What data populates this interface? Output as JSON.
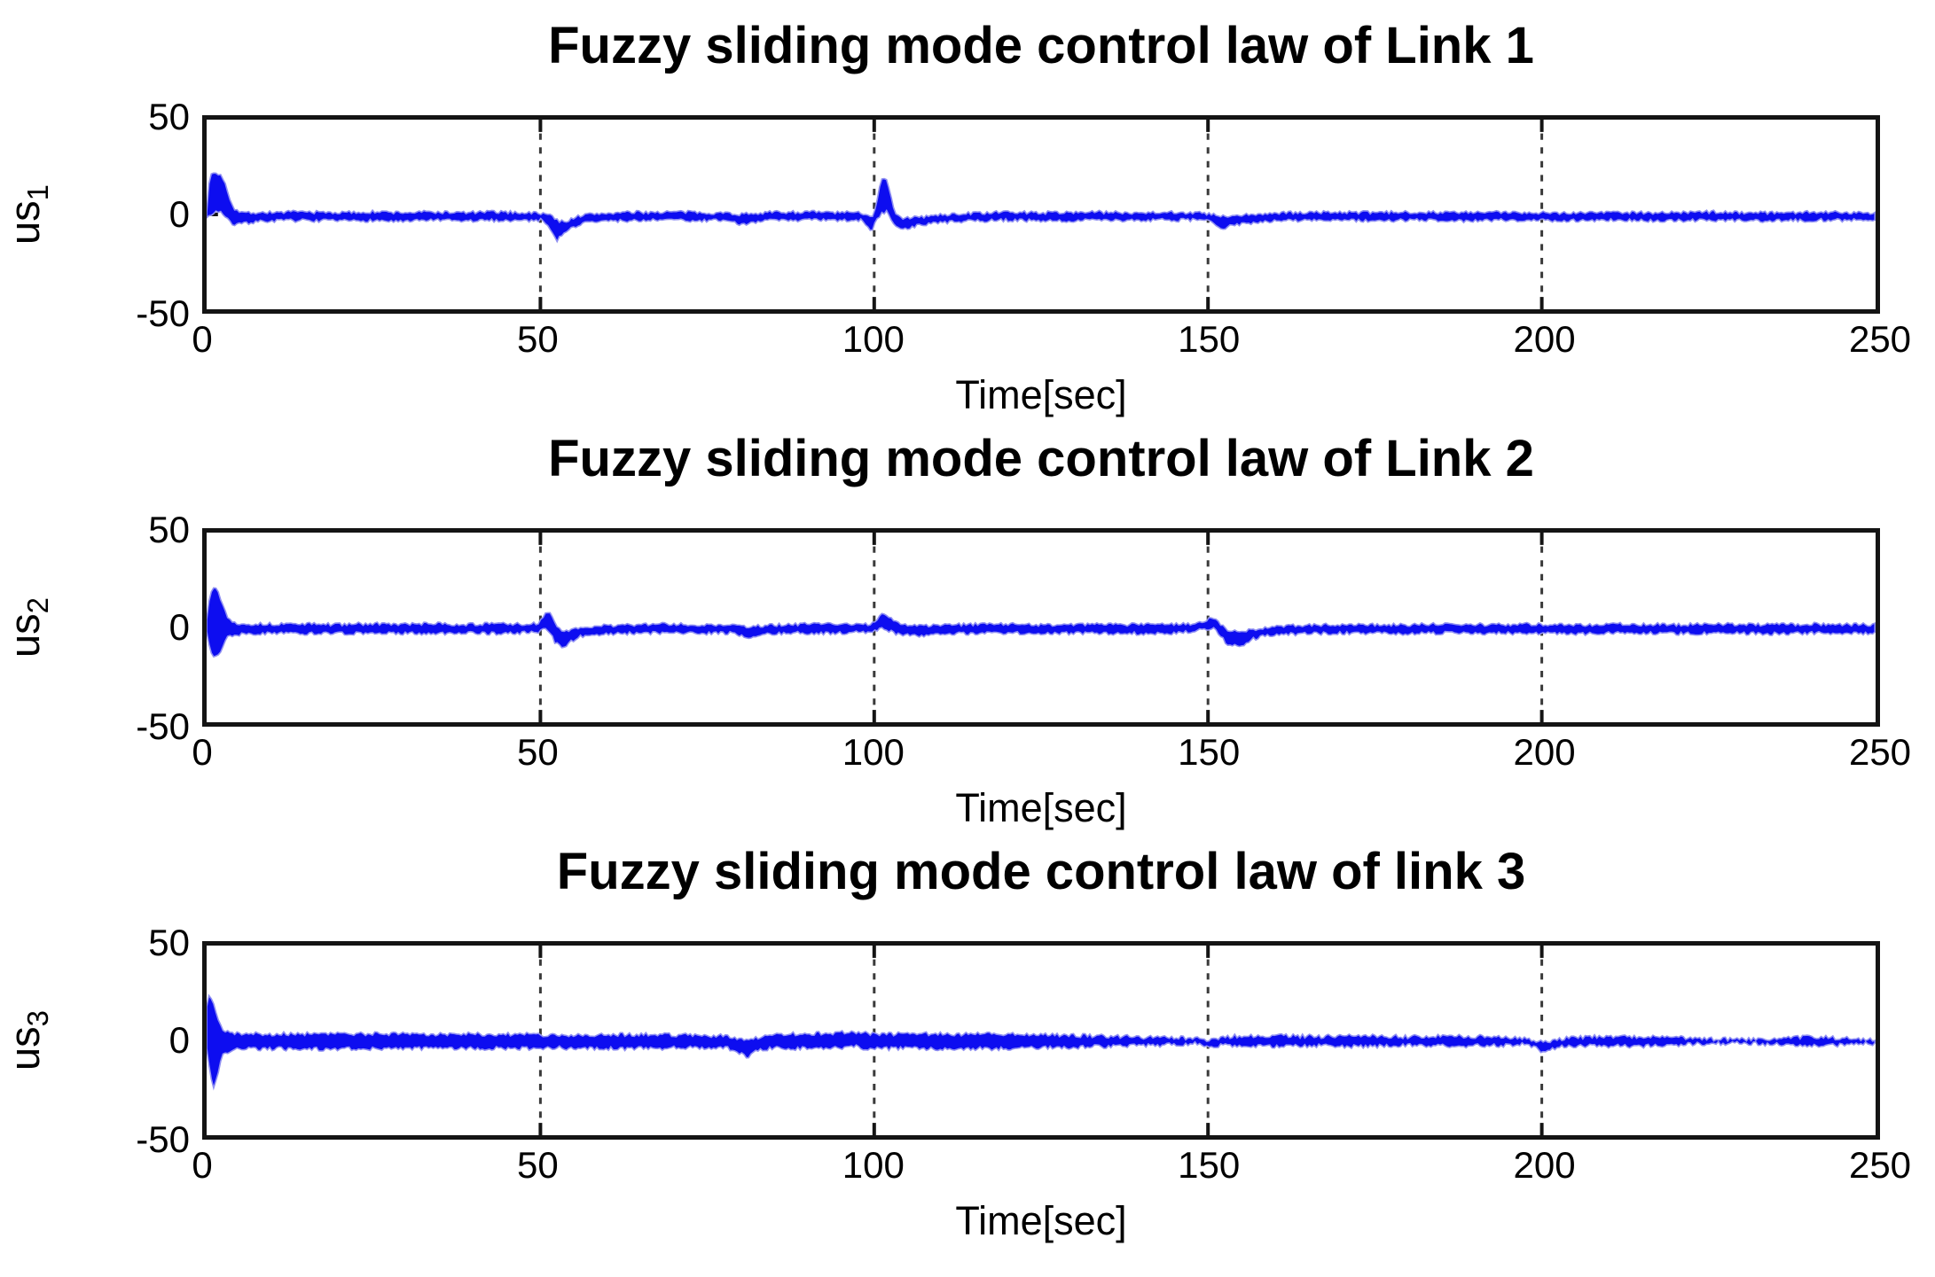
{
  "figure": {
    "background": "#ffffff",
    "axis_color": "#141414",
    "grid_color": "#3a3a3a",
    "text_color": "#000000"
  },
  "chart_data": [
    {
      "type": "line",
      "title": "Fuzzy sliding mode control law of Link 1",
      "xlabel": "Time[sec]",
      "ylabel_base": "us",
      "ylabel_sub": "1",
      "series_name": "us1",
      "xlim": [
        0,
        250
      ],
      "ylim": [
        -50,
        50
      ],
      "xticks": [
        0,
        50,
        100,
        150,
        200,
        250
      ],
      "ytick_labels": [
        "50",
        "0",
        "-50"
      ],
      "grid_x": [
        50,
        100,
        150,
        200
      ],
      "grid_style": "dashed-vertical",
      "legend": null,
      "line_color": "#0d0df0",
      "halo_color": "#9090f2",
      "noise_amp": 0.9,
      "noise_seed": 7,
      "envelope": [
        [
          0,
          2,
          -1
        ],
        [
          0.5,
          21,
          -1
        ],
        [
          1.1,
          22,
          1
        ],
        [
          2,
          21,
          2
        ],
        [
          2.7,
          18,
          -1
        ],
        [
          3.4,
          9,
          -4
        ],
        [
          4.2,
          3,
          -5.5
        ],
        [
          5.5,
          1,
          -5
        ],
        [
          7,
          1,
          -4
        ],
        [
          10,
          1.2,
          -3.4
        ],
        [
          15,
          1.4,
          -3.2
        ],
        [
          20,
          1,
          -3.6
        ],
        [
          25,
          1.4,
          -3.2
        ],
        [
          30,
          1,
          -4
        ],
        [
          33,
          1.4,
          -3
        ],
        [
          38,
          1,
          -3.6
        ],
        [
          43,
          1.4,
          -3.2
        ],
        [
          48,
          1,
          -3.2
        ],
        [
          50.5,
          0.6,
          -3
        ],
        [
          51.6,
          -0.5,
          -8
        ],
        [
          52.5,
          -3,
          -13.5
        ],
        [
          53.6,
          -4,
          -10
        ],
        [
          55,
          -1.5,
          -6.5
        ],
        [
          57,
          0,
          -4.2
        ],
        [
          60,
          0.8,
          -3.6
        ],
        [
          65,
          1.2,
          -3.2
        ],
        [
          70,
          1.4,
          -3
        ],
        [
          75,
          1,
          -3.4
        ],
        [
          78.5,
          0.8,
          -3.2
        ],
        [
          80,
          0,
          -5.8
        ],
        [
          81.5,
          0.8,
          -4
        ],
        [
          85,
          1.2,
          -3.2
        ],
        [
          90,
          1.4,
          -3
        ],
        [
          95,
          1,
          -3.3
        ],
        [
          98,
          1,
          -3
        ],
        [
          99,
          0,
          -7
        ],
        [
          99.8,
          -1,
          -8.5
        ],
        [
          100.3,
          6,
          -3
        ],
        [
          101,
          18,
          0
        ],
        [
          101.9,
          19,
          2
        ],
        [
          102.5,
          10,
          -2
        ],
        [
          103.2,
          0,
          -7
        ],
        [
          104.5,
          -2,
          -7.5
        ],
        [
          106.5,
          -1.5,
          -6
        ],
        [
          109,
          -0.5,
          -4.5
        ],
        [
          113,
          0.5,
          -3.8
        ],
        [
          120,
          1.3,
          -3
        ],
        [
          126,
          1,
          -3.5
        ],
        [
          132,
          1.4,
          -3.1
        ],
        [
          138,
          1,
          -3.4
        ],
        [
          144,
          1.3,
          -3
        ],
        [
          149,
          0.8,
          -3
        ],
        [
          150.7,
          0,
          -4.2
        ],
        [
          151.8,
          -1,
          -7.6
        ],
        [
          153.2,
          -1.2,
          -6.4
        ],
        [
          155.5,
          -0.3,
          -4.8
        ],
        [
          158,
          0.4,
          -3.8
        ],
        [
          162,
          0.9,
          -3.3
        ],
        [
          168,
          1.3,
          -3
        ],
        [
          175,
          1,
          -3.5
        ],
        [
          182,
          1.4,
          -3
        ],
        [
          189,
          1,
          -3.5
        ],
        [
          196,
          1.3,
          -3
        ],
        [
          203,
          0.9,
          -3.3
        ],
        [
          210,
          1.3,
          -3
        ],
        [
          218,
          1,
          -3.5
        ],
        [
          226,
          1.4,
          -3.1
        ],
        [
          234,
          1,
          -3.4
        ],
        [
          242,
          1.3,
          -3
        ],
        [
          250,
          1,
          -3.2
        ]
      ]
    },
    {
      "type": "line",
      "title": "Fuzzy sliding mode control law of Link 2",
      "xlabel": "Time[sec]",
      "ylabel_base": "us",
      "ylabel_sub": "2",
      "series_name": "us2",
      "xlim": [
        0,
        250
      ],
      "ylim": [
        -50,
        50
      ],
      "xticks": [
        0,
        50,
        100,
        150,
        200,
        250
      ],
      "ytick_labels": [
        "50",
        "0",
        "-50"
      ],
      "grid_x": [
        50,
        100,
        150,
        200
      ],
      "grid_style": "dashed-vertical",
      "legend": null,
      "line_color": "#0d0df0",
      "halo_color": "#9090f2",
      "noise_amp": 0.9,
      "noise_seed": 13,
      "envelope": [
        [
          0,
          4,
          -2
        ],
        [
          0.4,
          16,
          -9
        ],
        [
          0.9,
          22,
          -15
        ],
        [
          1.6,
          20,
          -16
        ],
        [
          2.3,
          13,
          -11
        ],
        [
          3.1,
          6,
          -5
        ],
        [
          4,
          2.5,
          -4
        ],
        [
          6,
          2,
          -3.5
        ],
        [
          9,
          1.8,
          -3.2
        ],
        [
          14,
          2,
          -3.4
        ],
        [
          19,
          1.6,
          -3
        ],
        [
          24,
          2,
          -3.4
        ],
        [
          29,
          1.7,
          -3.1
        ],
        [
          34,
          2,
          -3.3
        ],
        [
          39,
          1.6,
          -3
        ],
        [
          44,
          2,
          -3.3
        ],
        [
          48,
          1.6,
          -2.8
        ],
        [
          49.8,
          2.2,
          -2.2
        ],
        [
          50.7,
          7,
          -0.5
        ],
        [
          51.4,
          8.8,
          -2
        ],
        [
          52.2,
          2.5,
          -8
        ],
        [
          53.3,
          -2,
          -11
        ],
        [
          54.6,
          -1.5,
          -7.5
        ],
        [
          56.2,
          -0.3,
          -4.6
        ],
        [
          58,
          0.6,
          -3.8
        ],
        [
          62,
          1.4,
          -3.2
        ],
        [
          68,
          1.8,
          -3
        ],
        [
          74,
          1.5,
          -3.3
        ],
        [
          79,
          1.2,
          -3
        ],
        [
          81.3,
          0,
          -5.4
        ],
        [
          83,
          1,
          -3.6
        ],
        [
          88,
          1.7,
          -3
        ],
        [
          94,
          1.9,
          -3.2
        ],
        [
          99.3,
          1.8,
          -2.4
        ],
        [
          100.5,
          4.5,
          -1
        ],
        [
          101.5,
          7.8,
          -0.5
        ],
        [
          102.6,
          4.5,
          -2.5
        ],
        [
          104.2,
          1.5,
          -4.2
        ],
        [
          106.5,
          0.8,
          -4.4
        ],
        [
          109,
          1.2,
          -3.8
        ],
        [
          113,
          1.5,
          -3.3
        ],
        [
          119,
          1.8,
          -3
        ],
        [
          126,
          1.5,
          -3.4
        ],
        [
          133,
          1.8,
          -3
        ],
        [
          140,
          1.5,
          -3.3
        ],
        [
          146,
          1.7,
          -2.9
        ],
        [
          149.3,
          2.6,
          -1.4
        ],
        [
          150.6,
          5.8,
          -0.2
        ],
        [
          151.7,
          2.5,
          -3.5
        ],
        [
          153,
          -1.5,
          -9.5
        ],
        [
          154.8,
          -2.5,
          -10
        ],
        [
          156.6,
          -1,
          -6.2
        ],
        [
          158.6,
          -0.2,
          -4.6
        ],
        [
          161,
          0.6,
          -3.8
        ],
        [
          165,
          1.2,
          -3.3
        ],
        [
          171,
          1.7,
          -3
        ],
        [
          178,
          1.4,
          -3.4
        ],
        [
          185,
          1.8,
          -3
        ],
        [
          192,
          1.5,
          -3.3
        ],
        [
          199,
          1.8,
          -3
        ],
        [
          206,
          1.5,
          -3.4
        ],
        [
          213,
          1.8,
          -3
        ],
        [
          220,
          1.5,
          -3.3
        ],
        [
          227,
          1.8,
          -3.1
        ],
        [
          234,
          1.5,
          -3.4
        ],
        [
          241,
          1.8,
          -3
        ],
        [
          250,
          1.5,
          -3.2
        ]
      ]
    },
    {
      "type": "line",
      "title": "Fuzzy sliding mode control law of link 3",
      "xlabel": "Time[sec]",
      "ylabel_base": "us",
      "ylabel_sub": "3",
      "series_name": "us3",
      "xlim": [
        0,
        250
      ],
      "ylim": [
        -50,
        50
      ],
      "xticks": [
        0,
        50,
        100,
        150,
        200,
        250
      ],
      "ytick_labels": [
        "50",
        "0",
        "-50"
      ],
      "grid_x": [
        50,
        100,
        150,
        200
      ],
      "grid_style": "dashed-vertical",
      "legend": null,
      "line_color": "#0d0df0",
      "halo_color": "#9090f2",
      "noise_amp": 1.1,
      "noise_seed": 21,
      "envelope": [
        [
          0,
          18,
          -4
        ],
        [
          0.4,
          25,
          -14
        ],
        [
          0.9,
          20,
          -26
        ],
        [
          1.5,
          14,
          -21
        ],
        [
          2.2,
          7,
          -9
        ],
        [
          3,
          4.5,
          -6
        ],
        [
          5,
          3.6,
          -4.6
        ],
        [
          10,
          3.4,
          -4.4
        ],
        [
          16,
          3.6,
          -4.6
        ],
        [
          22,
          3.3,
          -4.3
        ],
        [
          28,
          3.6,
          -4.5
        ],
        [
          34,
          3.2,
          -4.4
        ],
        [
          40,
          3.5,
          -4.2
        ],
        [
          46,
          3.2,
          -4.4
        ],
        [
          52,
          3,
          -4
        ],
        [
          56,
          2.8,
          -4.2
        ],
        [
          62,
          3.2,
          -4.4
        ],
        [
          68,
          3,
          -4.2
        ],
        [
          74,
          2.8,
          -4
        ],
        [
          78,
          2.4,
          -4
        ],
        [
          79.8,
          0.5,
          -6.5
        ],
        [
          81,
          -0.5,
          -8.8
        ],
        [
          82.4,
          1.5,
          -5.5
        ],
        [
          84.5,
          3.2,
          -4.2
        ],
        [
          89,
          3.5,
          -4.4
        ],
        [
          94,
          3.8,
          -4
        ],
        [
          96.8,
          4.4,
          -3.2
        ],
        [
          99,
          3.6,
          -4.4
        ],
        [
          104,
          3.5,
          -4.2
        ],
        [
          110,
          3.6,
          -4.5
        ],
        [
          116,
          3.3,
          -4.4
        ],
        [
          122,
          3.2,
          -4.2
        ],
        [
          128,
          2.8,
          -3.8
        ],
        [
          134,
          2.2,
          -3.2
        ],
        [
          140,
          1.8,
          -2.8
        ],
        [
          145,
          1.4,
          -2.4
        ],
        [
          148.5,
          1,
          -1.8
        ],
        [
          150.3,
          -0.2,
          -3.4
        ],
        [
          151.6,
          1.4,
          -2.6
        ],
        [
          154,
          2.2,
          -3.2
        ],
        [
          160,
          2.4,
          -3.2
        ],
        [
          167,
          2.1,
          -3
        ],
        [
          174,
          2.4,
          -3.3
        ],
        [
          181,
          1.9,
          -2.8
        ],
        [
          188,
          2.3,
          -3.1
        ],
        [
          194,
          1.8,
          -2.6
        ],
        [
          197.5,
          1.2,
          -2.2
        ],
        [
          199.4,
          -0.5,
          -4.5
        ],
        [
          200.6,
          -1.2,
          -6.8
        ],
        [
          202,
          0,
          -4
        ],
        [
          204.5,
          1.6,
          -2.8
        ],
        [
          209,
          2.2,
          -3.3
        ],
        [
          215,
          2,
          -3
        ],
        [
          220,
          1.6,
          -2.6
        ],
        [
          223.5,
          0.9,
          -1.7
        ],
        [
          228,
          0.6,
          -1.6
        ],
        [
          233,
          0.8,
          -1.8
        ],
        [
          237.5,
          1.6,
          -2.8
        ],
        [
          241,
          1.9,
          -3.2
        ],
        [
          244.5,
          1.3,
          -2.4
        ],
        [
          247,
          0.8,
          -1.7
        ],
        [
          250,
          0.7,
          -1.6
        ]
      ]
    }
  ]
}
